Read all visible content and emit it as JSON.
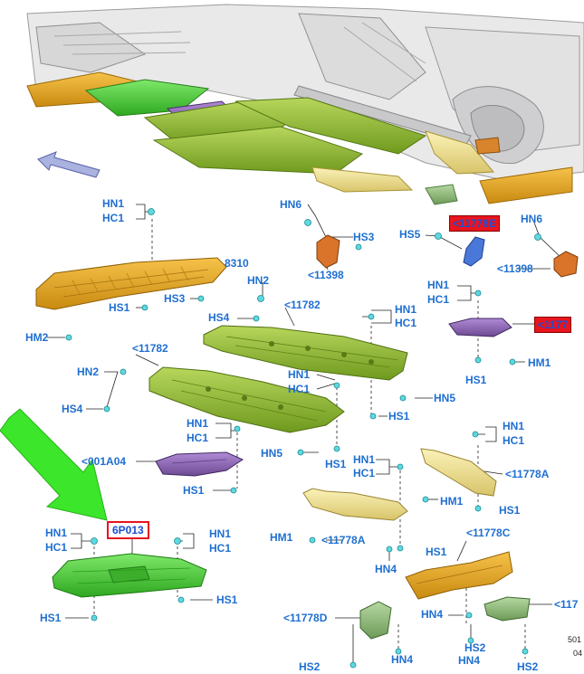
{
  "labels": {
    "hn1": "HN1",
    "hc1": "HC1",
    "hs1": "HS1",
    "hs2": "HS2",
    "hs3": "HS3",
    "hs4": "HS4",
    "hs5": "HS5",
    "hn2": "HN2",
    "hn4": "HN4",
    "hn5": "HN5",
    "hn6": "HN6",
    "hm1": "HM1",
    "hm2": "HM2",
    "p8310": "8310",
    "p11782": "<11782",
    "p11398": "<11398",
    "p11778A": "<11778A",
    "p11778C": "<11778C",
    "p11778D": "<11778D",
    "p001A04": "<001A04",
    "p11778E": "<11778E",
    "p11778_right": "<1177",
    "p6P013": "6P013",
    "p117_partial": "<117",
    "corner_code_1": "501",
    "corner_code_2": "04"
  },
  "colors": {
    "highlight_red": "#e8141e",
    "label_blue": "#1f6fd1",
    "orange_part": "#e6a41e",
    "green_part": "#8fbf2e",
    "bright_green_part": "#4fcc3a",
    "purple_part": "#8a62b0",
    "yellow_part": "#efe08a",
    "arrow_green": "#3ce62a",
    "direction_arrow": "#aab2e0"
  },
  "icons": {
    "direction_arrow": "front-direction-arrow-icon",
    "pointer_arrow": "green-pointer-arrow-icon",
    "fastener": "clip-fastener-icon"
  }
}
